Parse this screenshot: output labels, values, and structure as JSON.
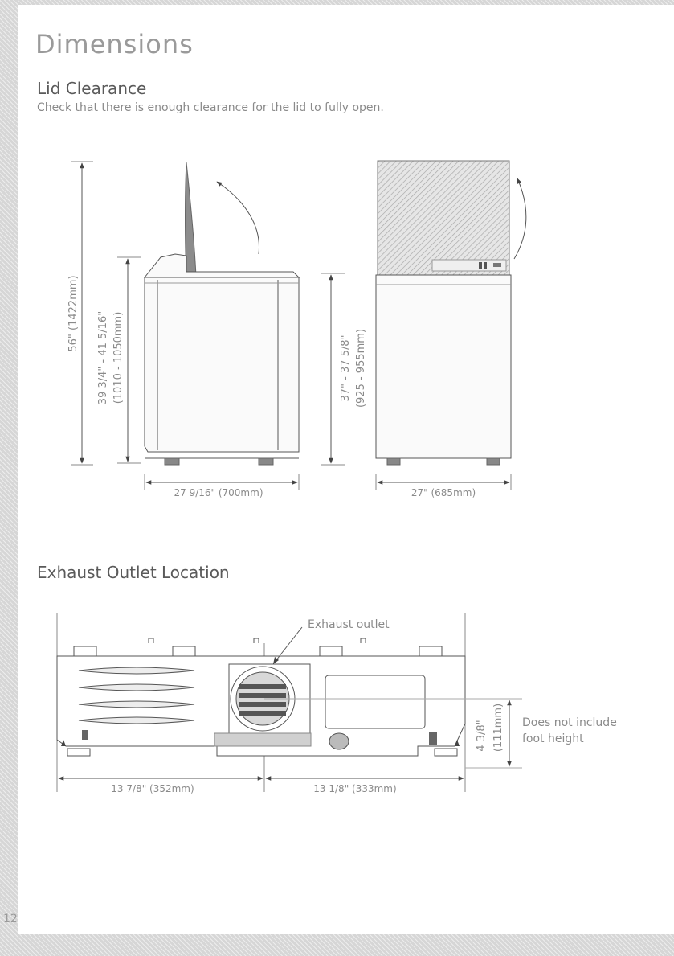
{
  "page": {
    "title": "Dimensions",
    "page_number": "12"
  },
  "lid_clearance": {
    "heading": "Lid Clearance",
    "description": "Check that there is enough clearance for the lid to fully open.",
    "side_view": {
      "open_height": "56\" (1422mm)",
      "cabinet_height_in": "39 3/4\" - 41 5/16\"",
      "cabinet_height_mm": "(1010 - 1050mm)",
      "depth": "27 9/16\" (700mm)"
    },
    "front_view": {
      "height_in": "37\" - 37 5/8\"",
      "height_mm": "(925 - 955mm)",
      "width": "27\" (685mm)"
    }
  },
  "exhaust": {
    "heading": "Exhaust Outlet Location",
    "callout": "Exhaust outlet",
    "left_distance": "13 7/8\" (352mm)",
    "right_distance": "13 1/8\" (333mm)",
    "height_in": "4 3/8\"",
    "height_mm": "(111mm)",
    "note_line1": "Does not include",
    "note_line2": "foot height"
  },
  "colors": {
    "line": "#555555",
    "text_gray": "#8a8a8a",
    "heading": "#5a5a5a",
    "light_fill": "#d4d4d4"
  }
}
